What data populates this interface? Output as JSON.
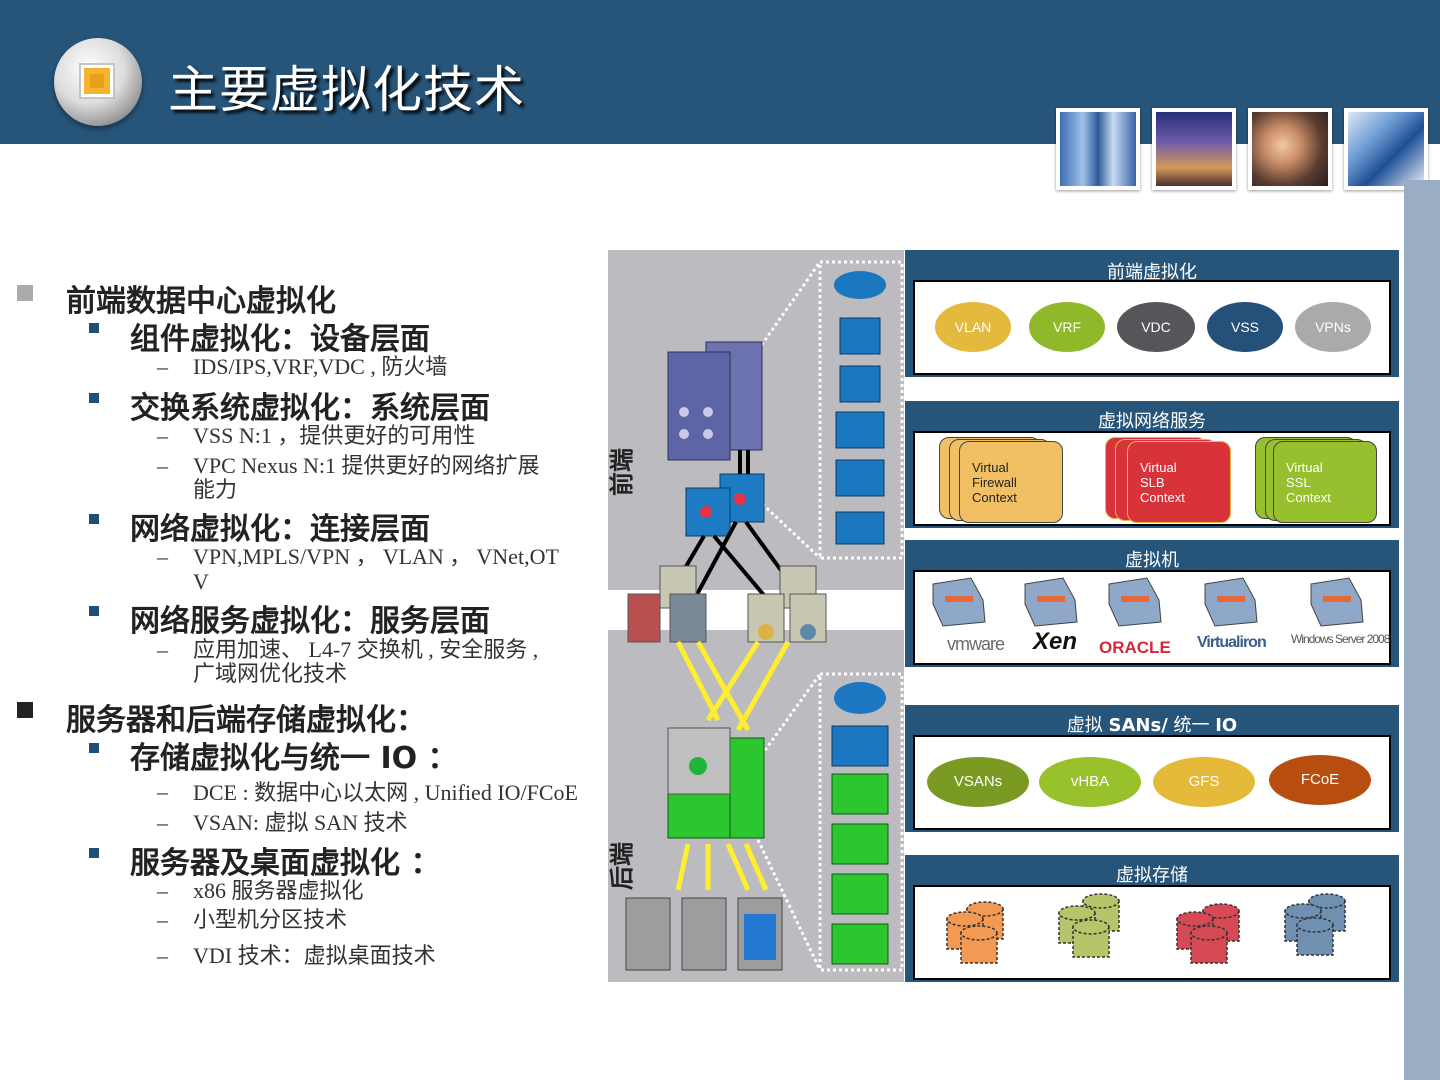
{
  "title": "主要虚拟化技术",
  "bullets": [
    {
      "text": "前端数据中心虚拟化",
      "children": [
        {
          "text": "组件虚拟化：设备层面",
          "children": [
            "IDS/IPS,VRF,VDC , 防火墙"
          ]
        },
        {
          "text": "交换系统虚拟化：系统层面",
          "children": [
            "VSS N:1 ，提供更好的可用性",
            "VPC Nexus N:1  提供更好的网络扩展能力"
          ]
        },
        {
          "text": "网络虚拟化：连接层面",
          "children": [
            "VPN,MPLS/VPN  ，  VLAN  ，  VNet,OTV"
          ]
        },
        {
          "text": "网络服务虚拟化：服务层面",
          "children": [
            "应用加速、 L4-7 交换机 , 安全服务 , 广域网优化技术"
          ]
        }
      ]
    },
    {
      "text": "服务器和后端存储虚拟化：",
      "children": [
        {
          "text": "存储虚拟化与统一 IO  ：",
          "children": [
            "DCE : 数据中心以太网 , Unified IO/FCoE",
            "VSAN: 虚拟 SAN 技术"
          ]
        },
        {
          "text": "服务器及桌面虚拟化  ：",
          "children": [
            "x86 服务器虚拟化",
            "小型机分区技术",
            "VDI 技术：虚拟桌面技术"
          ]
        }
      ]
    }
  ],
  "sub_lines": {
    "vpc_line1": "VPC Nexus N:1  提供更好的网络扩展",
    "vpc_line2": "能力",
    "vnet_line1": "VPN,MPLS/VPN  ，  VLAN  ，  VNet,OT",
    "vnet_line2": "V",
    "svc_line1": "应用加速、 L4-7 交换机 , 安全服务 ,",
    "svc_line2": "广域网优化技术"
  },
  "diagram": {
    "front_label": "前端",
    "back_label": "后端"
  },
  "panels": {
    "frontend": {
      "title": "前端虚拟化",
      "items": [
        "VLAN",
        "VRF",
        "VDC",
        "VSS",
        "VPNs"
      ]
    },
    "services": {
      "title": "虚拟网络服务",
      "items": [
        {
          "lines": [
            "Virtual",
            "Firewall",
            "Context"
          ]
        },
        {
          "lines": [
            "Virtual",
            "SLB",
            "Context"
          ]
        },
        {
          "lines": [
            "Virtual",
            "SSL",
            "Context"
          ]
        }
      ]
    },
    "vm": {
      "title": "虚拟机",
      "logos": [
        "vmware",
        "Xen",
        "ORACLE",
        "Virtualiron",
        "Windows Server 2008"
      ]
    },
    "san": {
      "title_prefix": "虚拟 ",
      "title_bold": "SANs/",
      "title_mid": " 统一 ",
      "title_bold2": "IO",
      "items": [
        "VSANs",
        "vHBA",
        "GFS",
        "FCoE"
      ]
    },
    "storage": {
      "title": "虚拟存储"
    }
  },
  "colors": {
    "header": "#27557a",
    "vlan": "#e3b93e",
    "vrf": "#8fb82a",
    "vdc": "#55555a",
    "vss": "#25507a",
    "vpns": "#aaaaaa",
    "fw": "#f1c064",
    "slb": "#d8323a",
    "ssl": "#98bf2e",
    "vsans": "#7b9a23",
    "vhba": "#98c12b",
    "gfs": "#e5b93a",
    "fcoe": "#b84d10"
  }
}
